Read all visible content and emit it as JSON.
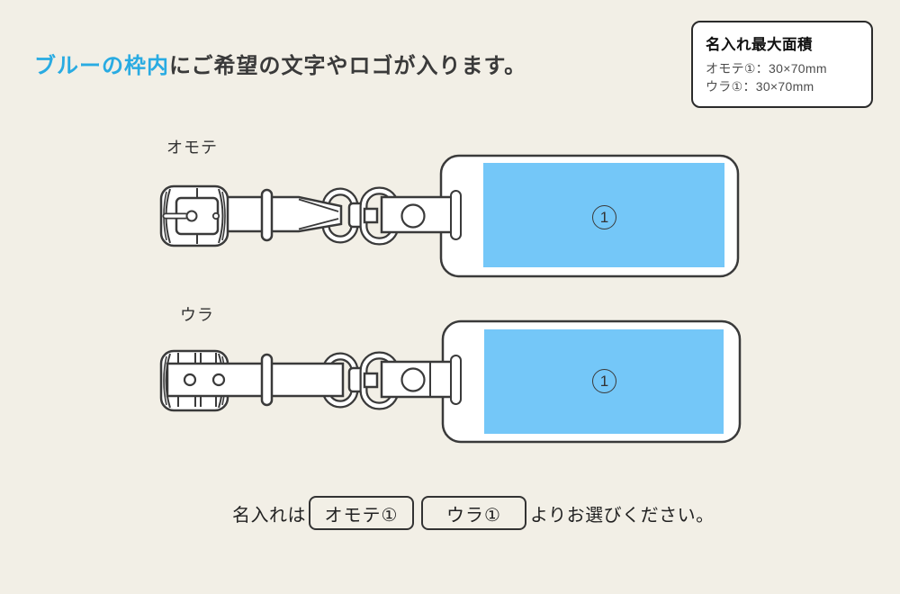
{
  "colors": {
    "background": "#f2efe6",
    "accent_blue": "#29abe2",
    "print_area_blue": "#74c7f8",
    "line": "#3a3a3a"
  },
  "heading": {
    "highlight": "ブルーの枠内",
    "rest": "にご希望の文字やロゴが入ります。"
  },
  "info_box": {
    "title": "名入れ最大面積",
    "lines": [
      "オモテ①：30×70mm",
      "ウラ①：30×70mm"
    ]
  },
  "diagrams": [
    {
      "label": "オモテ",
      "area_number": "1"
    },
    {
      "label": "ウラ",
      "area_number": "1"
    }
  ],
  "footer": {
    "prefix": "名入れは",
    "options": [
      "オモテ①",
      "ウラ①"
    ],
    "suffix": "よりお選びください。"
  }
}
